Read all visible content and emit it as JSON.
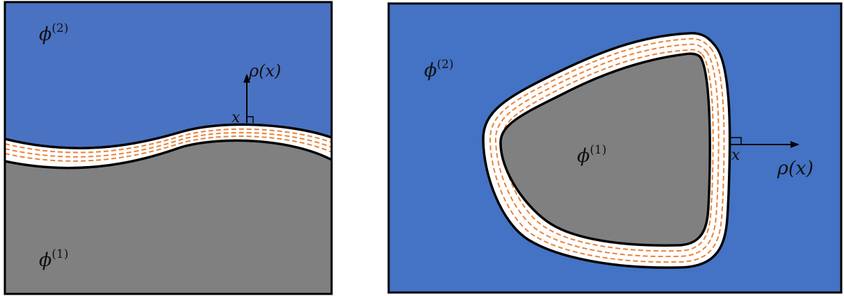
{
  "left_panel": {
    "phase_top_label": "ϕ",
    "phase_top_sup": "(2)",
    "phase_bottom_label": "ϕ",
    "phase_bottom_sup": "(1)",
    "point_label": "x",
    "normal_label": "ρ(x)"
  },
  "right_panel": {
    "phase_outer_label": "ϕ",
    "phase_outer_sup": "(2)",
    "phase_inner_label": "ϕ",
    "phase_inner_sup": "(1)",
    "point_label": "x",
    "normal_label": "ρ(x)"
  },
  "colors": {
    "phase_2_fill": "#4a72c2",
    "phase_1_fill": "#808080",
    "interface_band": "#ffffff",
    "dashed_layers": "#e8823a",
    "outline": "#000000"
  }
}
